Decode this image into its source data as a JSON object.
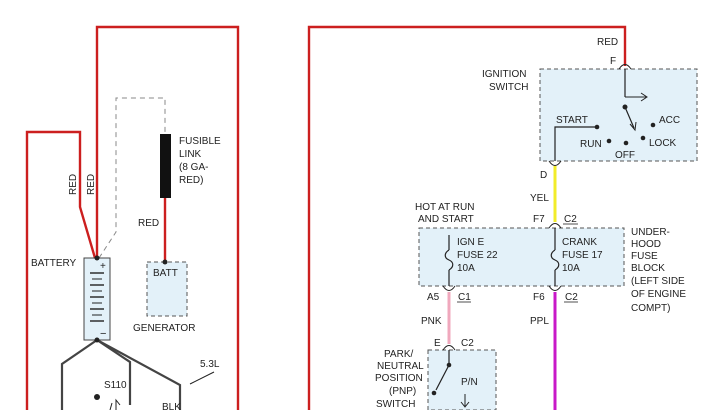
{
  "colors": {
    "red_wire": "#cc1f1f",
    "yel_wire": "#f2ec2a",
    "pnk_wire": "#f0a8bd",
    "ppl_wire": "#c818c8",
    "blk_wire": "#444444",
    "component_fill": "#e3f1f9",
    "dashed_border": "#555555"
  },
  "labels": {
    "red_top": "RED",
    "red_v1": "RED",
    "red_v2": "RED",
    "battery": "BATTERY",
    "battery_plus": "+",
    "battery_minus": "−",
    "fusible_link_1": "FUSIBLE",
    "fusible_link_2": "LINK",
    "fusible_link_3": "(8 GA-",
    "fusible_link_4": "RED)",
    "red_gen": "RED",
    "batt": "BATT",
    "generator": "GENERATOR",
    "splice": "S110",
    "engine_53": "5.3L",
    "blk": "BLK",
    "ignition_1": "IGNITION",
    "ignition_2": "SWITCH",
    "ign_pin_f": "F",
    "ign_start": "START",
    "ign_acc": "ACC",
    "ign_run": "RUN",
    "ign_lock": "LOCK",
    "ign_off": "OFF",
    "ign_pin_d": "D",
    "yel": "YEL",
    "hot_1": "HOT AT RUN",
    "hot_2": "AND START",
    "pin_f7": "F7",
    "conn_c2_top": "C2",
    "ign_e_1": "IGN E",
    "ign_e_2": "FUSE 22",
    "ign_e_3": "10A",
    "crank_1": "CRANK",
    "crank_2": "FUSE 17",
    "crank_3": "10A",
    "block_1": "UNDER-",
    "block_2": "HOOD",
    "block_3": "FUSE",
    "block_4": "BLOCK",
    "block_5": "(LEFT SIDE",
    "block_6": "OF ENGINE",
    "block_7": "COMPT)",
    "pin_a5": "A5",
    "conn_c1": "C1",
    "pin_f6": "F6",
    "conn_c2_bot": "C2",
    "pnk": "PNK",
    "ppl": "PPL",
    "pnp_pin_e": "E",
    "pnp_c2": "C2",
    "pnp_1": "PARK/",
    "pnp_2": "NEUTRAL",
    "pnp_3": "POSITION",
    "pnp_4": "(PNP)",
    "pnp_5": "SWITCH",
    "pnp_pn": "P/N"
  }
}
